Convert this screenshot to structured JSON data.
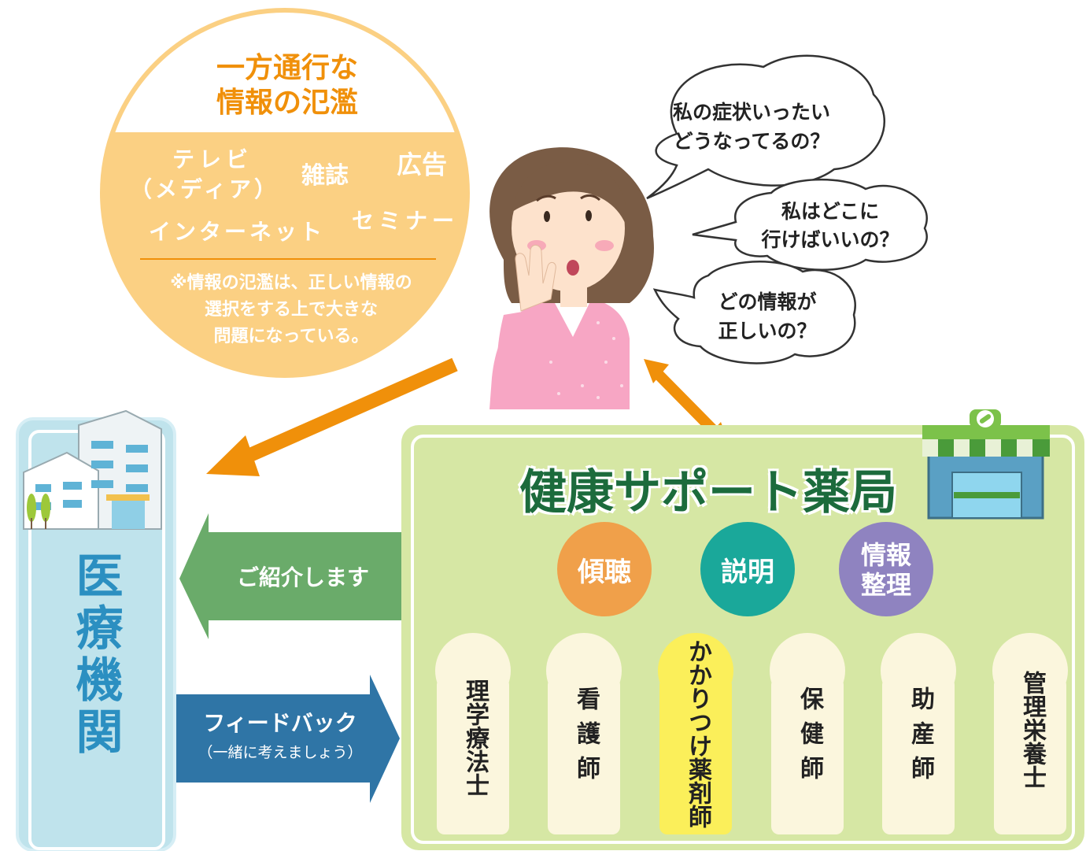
{
  "info_bubble": {
    "title_line1": "一方通行な",
    "title_line2": "情報の氾濫",
    "sources": {
      "tv_line1": "テレビ",
      "tv_line2": "（メディア）",
      "magazine": "雑誌",
      "ads": "広告",
      "internet": "インターネット",
      "seminar": "セミナー"
    },
    "note_line1": "※情報の氾濫は、正しい情報の",
    "note_line2": "選択をする上で大きな",
    "note_line3": "問題になっている。"
  },
  "speech": {
    "q1_line1": "私の症状いったい",
    "q1_line2": "どうなってるの？",
    "q2_line1": "私はどこに",
    "q2_line2": "行けばいいの？",
    "q3_line1": "どの情報が",
    "q3_line2": "正しいの？"
  },
  "medical": {
    "label": "医療機関"
  },
  "arrows": {
    "referral": "ご紹介します",
    "feedback_line1": "フィードバック",
    "feedback_line2": "（一緒に考えましょう）"
  },
  "pharmacy": {
    "title": "健康サポート薬局",
    "roles": [
      {
        "line1": "傾聴",
        "line2": ""
      },
      {
        "line1": "説明",
        "line2": ""
      },
      {
        "line1": "情報",
        "line2": "整理"
      }
    ],
    "staff": [
      "理学療法士",
      "看護師",
      "かかりつけ薬剤師",
      "保健師",
      "助産師",
      "管理栄養士"
    ]
  },
  "colors": {
    "orange_accent": "#f0900a",
    "info_bg": "#fbd083",
    "medical_bg": "#bfe3ec",
    "pharmacy_bg": "#d6e7a4",
    "pharmacy_title": "#1c6b3c",
    "referral_arrow": "#6aab6a",
    "feedback_arrow": "#2f75a6",
    "role_listen": "#f0a04a",
    "role_explain": "#1aa89a",
    "role_organize": "#8f83c0",
    "staff_bg": "#fbf6dd",
    "staff_highlight": "#fbef5a"
  }
}
